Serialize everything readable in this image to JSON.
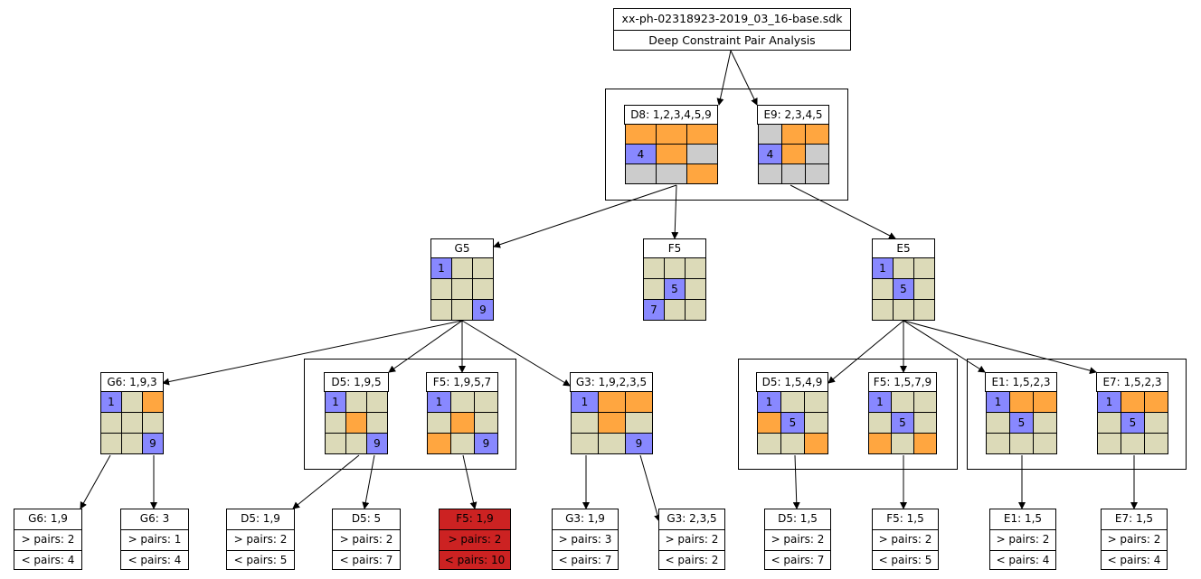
{
  "colors": {
    "given": "#8888ff",
    "candidate": "#ffa640",
    "empty": "#dcdab8",
    "excluded": "#cccccc",
    "highlight": "#cc2222"
  },
  "title": {
    "file": "xx-ph-02318923-2019_03_16-base.sdk",
    "subtitle": "Deep Constraint Pair Analysis"
  },
  "pair_nodes": [
    {
      "label": "D8: 1,2,3,4,5,9",
      "cells": [
        [
          "candidate",
          ""
        ],
        [
          "candidate",
          ""
        ],
        [
          "candidate",
          ""
        ],
        [
          "given",
          "4"
        ],
        [
          "candidate",
          ""
        ],
        [
          "excluded",
          ""
        ],
        [
          "excluded",
          ""
        ],
        [
          "excluded",
          ""
        ],
        [
          "candidate",
          ""
        ]
      ]
    },
    {
      "label": "E9: 2,3,4,5",
      "cells": [
        [
          "excluded",
          ""
        ],
        [
          "candidate",
          ""
        ],
        [
          "candidate",
          ""
        ],
        [
          "given",
          "4"
        ],
        [
          "candidate",
          ""
        ],
        [
          "excluded",
          ""
        ],
        [
          "excluded",
          ""
        ],
        [
          "excluded",
          ""
        ],
        [
          "excluded",
          ""
        ]
      ]
    }
  ],
  "cell_nodes": [
    {
      "label": "G5",
      "cells": [
        [
          "given",
          "1"
        ],
        [
          "empty",
          ""
        ],
        [
          "empty",
          ""
        ],
        [
          "empty",
          ""
        ],
        [
          "empty",
          ""
        ],
        [
          "empty",
          ""
        ],
        [
          "empty",
          ""
        ],
        [
          "empty",
          ""
        ],
        [
          "given",
          "9"
        ]
      ]
    },
    {
      "label": "F5",
      "cells": [
        [
          "empty",
          ""
        ],
        [
          "empty",
          ""
        ],
        [
          "empty",
          ""
        ],
        [
          "empty",
          ""
        ],
        [
          "given",
          "5"
        ],
        [
          "empty",
          ""
        ],
        [
          "given",
          "7"
        ],
        [
          "empty",
          ""
        ],
        [
          "empty",
          ""
        ]
      ]
    },
    {
      "label": "E5",
      "cells": [
        [
          "given",
          "1"
        ],
        [
          "empty",
          ""
        ],
        [
          "empty",
          ""
        ],
        [
          "empty",
          ""
        ],
        [
          "given",
          "5"
        ],
        [
          "empty",
          ""
        ],
        [
          "empty",
          ""
        ],
        [
          "empty",
          ""
        ],
        [
          "empty",
          ""
        ]
      ]
    }
  ],
  "level3": [
    {
      "label": "G6: 1,9,3",
      "cells": [
        [
          "given",
          "1"
        ],
        [
          "empty",
          ""
        ],
        [
          "candidate",
          ""
        ],
        [
          "empty",
          ""
        ],
        [
          "empty",
          ""
        ],
        [
          "empty",
          ""
        ],
        [
          "empty",
          ""
        ],
        [
          "empty",
          ""
        ],
        [
          "given",
          "9"
        ]
      ]
    },
    {
      "label": "D5: 1,9,5",
      "cells": [
        [
          "given",
          "1"
        ],
        [
          "empty",
          ""
        ],
        [
          "empty",
          ""
        ],
        [
          "empty",
          ""
        ],
        [
          "candidate",
          ""
        ],
        [
          "empty",
          ""
        ],
        [
          "empty",
          ""
        ],
        [
          "empty",
          ""
        ],
        [
          "given",
          "9"
        ]
      ]
    },
    {
      "label": "F5: 1,9,5,7",
      "cells": [
        [
          "given",
          "1"
        ],
        [
          "empty",
          ""
        ],
        [
          "empty",
          ""
        ],
        [
          "empty",
          ""
        ],
        [
          "candidate",
          ""
        ],
        [
          "empty",
          ""
        ],
        [
          "candidate",
          ""
        ],
        [
          "empty",
          ""
        ],
        [
          "given",
          "9"
        ]
      ]
    },
    {
      "label": "G3: 1,9,2,3,5",
      "cells": [
        [
          "given",
          "1"
        ],
        [
          "candidate",
          ""
        ],
        [
          "candidate",
          ""
        ],
        [
          "empty",
          ""
        ],
        [
          "candidate",
          ""
        ],
        [
          "empty",
          ""
        ],
        [
          "empty",
          ""
        ],
        [
          "empty",
          ""
        ],
        [
          "given",
          "9"
        ]
      ]
    },
    {
      "label": "D5: 1,5,4,9",
      "cells": [
        [
          "given",
          "1"
        ],
        [
          "empty",
          ""
        ],
        [
          "empty",
          ""
        ],
        [
          "candidate",
          ""
        ],
        [
          "given",
          "5"
        ],
        [
          "empty",
          ""
        ],
        [
          "empty",
          ""
        ],
        [
          "empty",
          ""
        ],
        [
          "candidate",
          ""
        ]
      ]
    },
    {
      "label": "F5: 1,5,7,9",
      "cells": [
        [
          "given",
          "1"
        ],
        [
          "empty",
          ""
        ],
        [
          "empty",
          ""
        ],
        [
          "empty",
          ""
        ],
        [
          "given",
          "5"
        ],
        [
          "empty",
          ""
        ],
        [
          "candidate",
          ""
        ],
        [
          "empty",
          ""
        ],
        [
          "candidate",
          ""
        ]
      ]
    },
    {
      "label": "E1: 1,5,2,3",
      "cells": [
        [
          "given",
          "1"
        ],
        [
          "candidate",
          ""
        ],
        [
          "candidate",
          ""
        ],
        [
          "empty",
          ""
        ],
        [
          "given",
          "5"
        ],
        [
          "empty",
          ""
        ],
        [
          "empty",
          ""
        ],
        [
          "empty",
          ""
        ],
        [
          "empty",
          ""
        ]
      ]
    },
    {
      "label": "E7: 1,5,2,3",
      "cells": [
        [
          "given",
          "1"
        ],
        [
          "candidate",
          ""
        ],
        [
          "candidate",
          ""
        ],
        [
          "empty",
          ""
        ],
        [
          "given",
          "5"
        ],
        [
          "empty",
          ""
        ],
        [
          "empty",
          ""
        ],
        [
          "empty",
          ""
        ],
        [
          "empty",
          ""
        ]
      ]
    }
  ],
  "leaves": [
    {
      "label": "G6: 1,9",
      "gt": "> pairs: 2",
      "lt": "< pairs: 4",
      "highlight": false
    },
    {
      "label": "G6: 3",
      "gt": "> pairs: 1",
      "lt": "< pairs: 4",
      "highlight": false
    },
    {
      "label": "D5: 1,9",
      "gt": "> pairs: 2",
      "lt": "< pairs: 5",
      "highlight": false
    },
    {
      "label": "D5: 5",
      "gt": "> pairs: 2",
      "lt": "< pairs: 7",
      "highlight": false
    },
    {
      "label": "F5: 1,9",
      "gt": "> pairs: 2",
      "lt": "< pairs: 10",
      "highlight": true
    },
    {
      "label": "G3: 1,9",
      "gt": "> pairs: 3",
      "lt": "< pairs: 7",
      "highlight": false
    },
    {
      "label": "G3: 2,3,5",
      "gt": "> pairs: 2",
      "lt": "< pairs: 2",
      "highlight": false
    },
    {
      "label": "D5: 1,5",
      "gt": "> pairs: 2",
      "lt": "< pairs: 7",
      "highlight": false
    },
    {
      "label": "F5: 1,5",
      "gt": "> pairs: 2",
      "lt": "< pairs: 5",
      "highlight": false
    },
    {
      "label": "E1: 1,5",
      "gt": "> pairs: 2",
      "lt": "< pairs: 4",
      "highlight": false
    },
    {
      "label": "E7: 1,5",
      "gt": "> pairs: 2",
      "lt": "< pairs: 4",
      "highlight": false
    }
  ]
}
